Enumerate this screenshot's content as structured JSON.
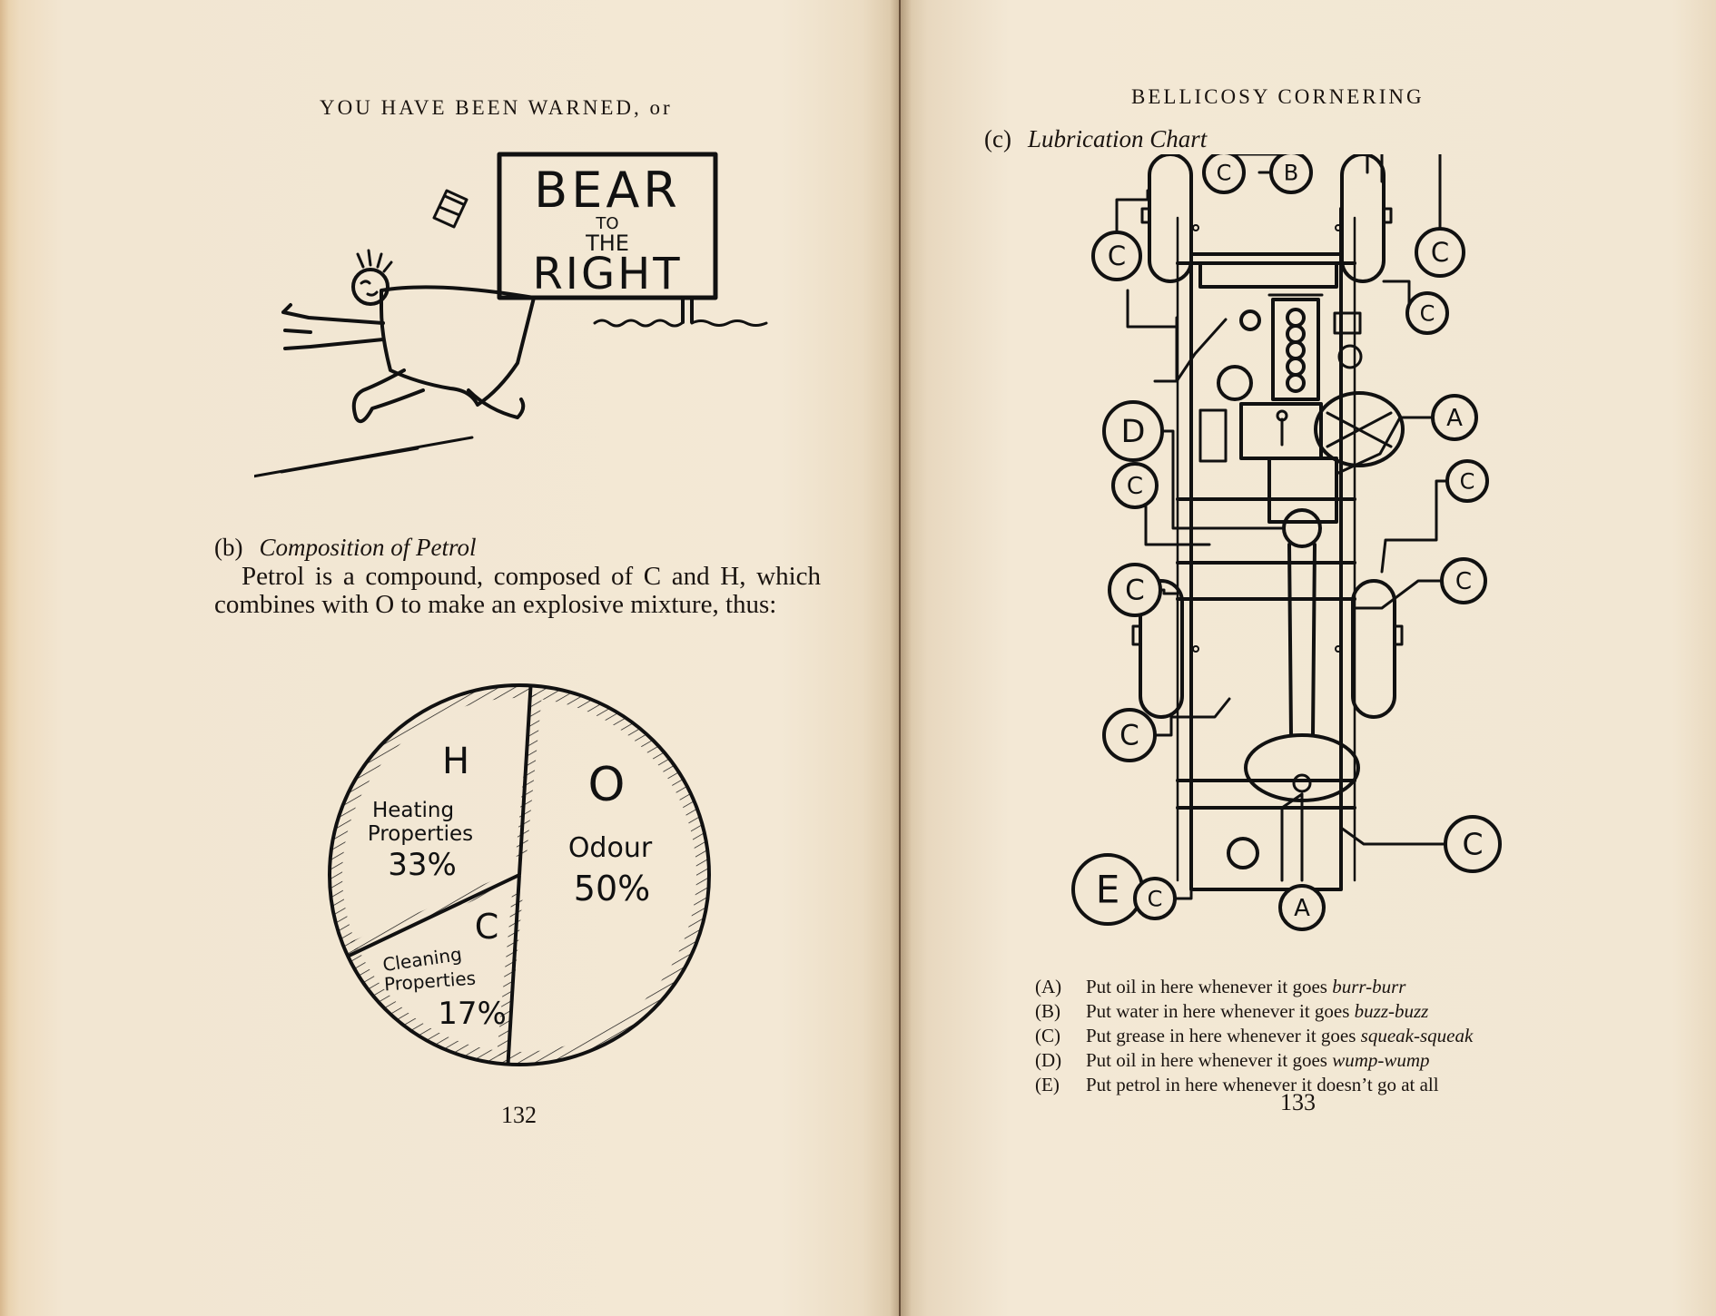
{
  "left_page": {
    "running_head": "YOU HAVE BEEN WARNED, or",
    "sign": {
      "line1": "BEAR",
      "line2": "TO",
      "line3": "THE",
      "line4": "RIGHT"
    },
    "section_number": "(b)",
    "section_title": "Composition of Petrol",
    "paragraph": "Petrol is a compound, composed of C and H, which combines with O to make an explosive mixture, thus:",
    "page_number": "132"
  },
  "chart_data": {
    "type": "pie",
    "title": "",
    "slices": [
      {
        "letter": "O",
        "label": "Odour",
        "value": 50,
        "value_text": "50%"
      },
      {
        "letter": "H",
        "label": "Heating Properties",
        "label_line1": "Heating",
        "label_line2": "Properties",
        "value": 33,
        "value_text": "33%"
      },
      {
        "letter": "C",
        "label": "Cleaning Properties",
        "label_line1": "Cleaning",
        "label_line2": "Properties",
        "value": 17,
        "value_text": "17%"
      }
    ]
  },
  "right_page": {
    "running_head": "BELLICOSY CORNERING",
    "section_number": "(c)",
    "section_title": "Lubrication Chart",
    "diagram_labels": [
      "C",
      "B",
      "C",
      "C",
      "C",
      "D",
      "A",
      "C",
      "C",
      "C",
      "C",
      "C",
      "E",
      "C",
      "A",
      "C"
    ],
    "legend": [
      {
        "key": "(A)",
        "text": "Put oil in here whenever it goes ",
        "sound": "burr-burr"
      },
      {
        "key": "(B)",
        "text": "Put water in here whenever it goes ",
        "sound": "buzz-buzz"
      },
      {
        "key": "(C)",
        "text": "Put grease in here whenever it goes ",
        "sound": "squeak-squeak"
      },
      {
        "key": "(D)",
        "text": "Put oil in here whenever it goes ",
        "sound": "wump-wump"
      },
      {
        "key": "(E)",
        "text": "Put petrol in here whenever it doesn’t go at all",
        "sound": ""
      }
    ],
    "page_number": "133"
  }
}
